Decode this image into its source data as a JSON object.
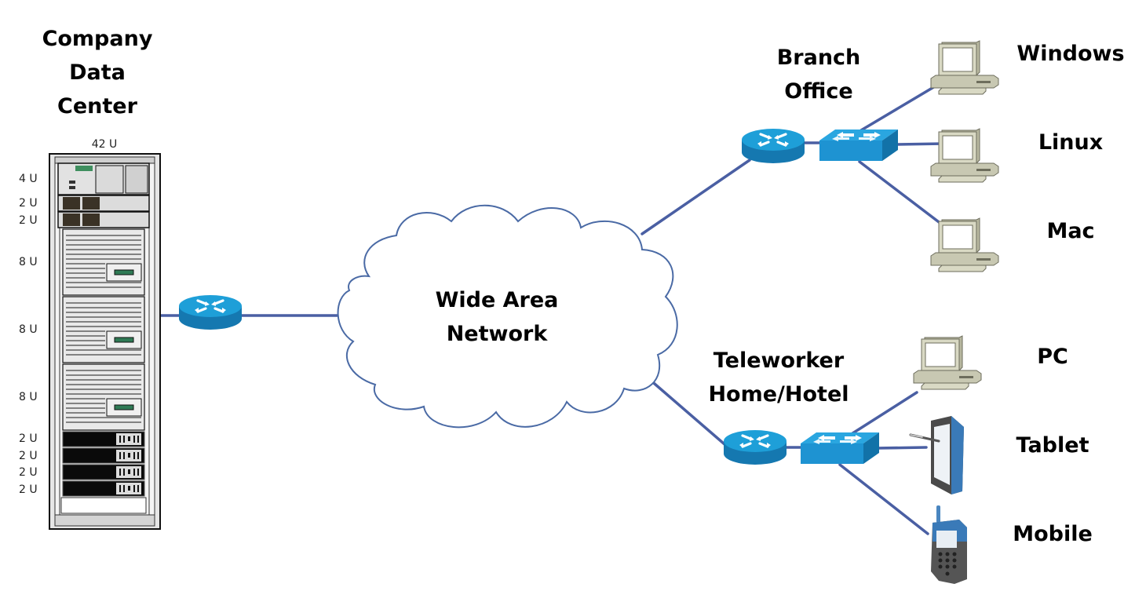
{
  "diagram": {
    "data_center": {
      "title_lines": [
        "Company",
        "Data",
        "Center"
      ],
      "rack_capacity": "42 U",
      "units": [
        "4 U",
        "2 U",
        "2 U",
        "8 U",
        "8 U",
        "8 U",
        "2 U",
        "2 U",
        "2 U",
        "2 U"
      ]
    },
    "wan": {
      "label_lines": [
        "Wide Area",
        "Network"
      ]
    },
    "branch": {
      "label_lines": [
        "Branch",
        "Office"
      ],
      "devices": [
        "Windows",
        "Linux",
        "Mac"
      ]
    },
    "teleworker": {
      "label_lines": [
        "Teleworker",
        "Home/Hotel"
      ],
      "devices": [
        "PC",
        "Tablet",
        "Mobile"
      ]
    },
    "colors": {
      "link": "#4a5fa3",
      "cloud_stroke": "#4a6aa5",
      "device_blue": "#1e9fd8",
      "device_blue_dark": "#1578b0",
      "pc_body": "#d9d9c4"
    }
  }
}
